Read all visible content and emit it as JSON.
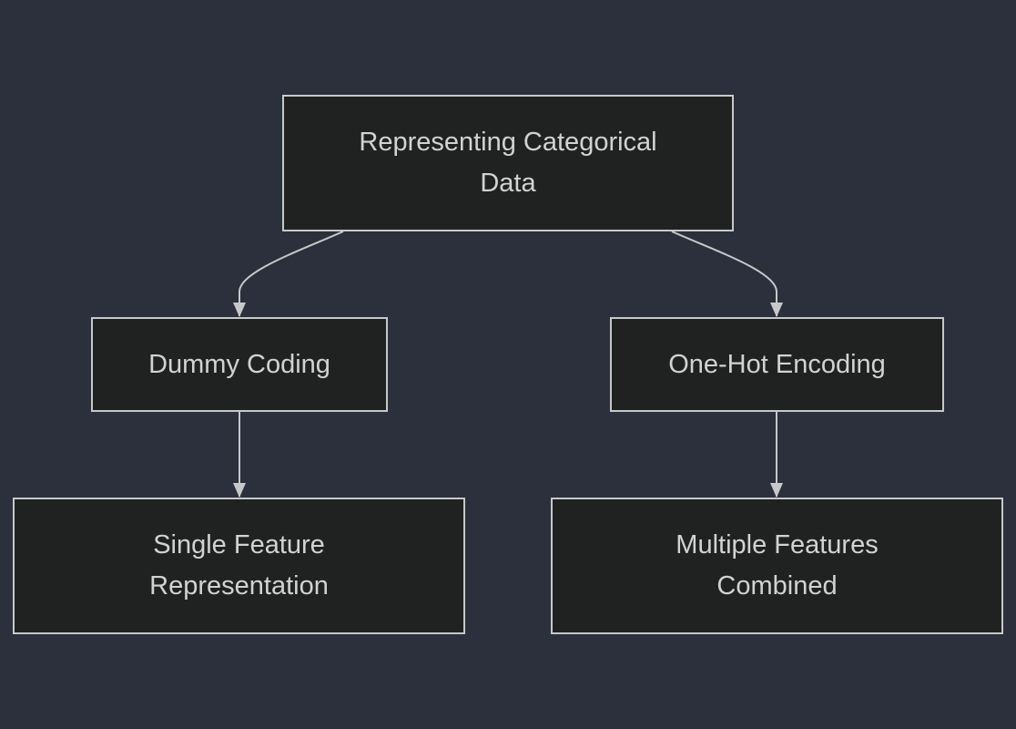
{
  "diagram": {
    "background": "#2b303c",
    "node_fill": "#202222",
    "node_stroke": "#c8c8c8",
    "text_color": "#d2d2d2",
    "nodes": [
      {
        "id": "root",
        "label": "Representing Categorical Data"
      },
      {
        "id": "dummy",
        "label": "Dummy Coding"
      },
      {
        "id": "onehot",
        "label": "One-Hot Encoding"
      },
      {
        "id": "single",
        "label": "Single Feature Representation"
      },
      {
        "id": "multi",
        "label": "Multiple Features Combined"
      }
    ],
    "edges": [
      {
        "from": "root",
        "to": "dummy"
      },
      {
        "from": "root",
        "to": "onehot"
      },
      {
        "from": "dummy",
        "to": "single"
      },
      {
        "from": "onehot",
        "to": "multi"
      }
    ]
  }
}
